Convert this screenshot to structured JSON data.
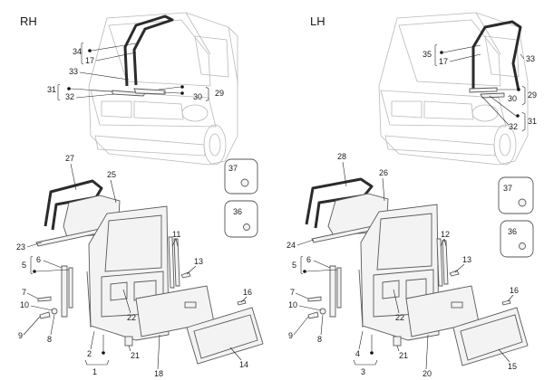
{
  "sides": {
    "right": "RH",
    "left": "LH"
  },
  "callouts_rh": {
    "c34": "34",
    "c17": "17",
    "c33": "33",
    "c31": "31",
    "c32": "32",
    "c30": "30",
    "c29": "29",
    "c27": "27",
    "c25": "25",
    "c23": "23",
    "c5": "5",
    "c6": "6",
    "c7": "7",
    "c10": "10",
    "c9": "9",
    "c8": "8",
    "c22": "22",
    "c11": "11",
    "c13": "13",
    "c16": "16",
    "c14": "14",
    "c18": "18",
    "c21": "21",
    "c2": "2",
    "c1": "1",
    "c37": "37",
    "c36": "36"
  },
  "callouts_lh": {
    "c35": "35",
    "c17": "17",
    "c33": "33",
    "c30": "30",
    "c29": "29",
    "c31": "31",
    "c32": "32",
    "c28": "28",
    "c26": "26",
    "c24": "24",
    "c5": "5",
    "c6": "6",
    "c7": "7",
    "c10": "10",
    "c9": "9",
    "c8": "8",
    "c22": "22",
    "c12": "12",
    "c13": "13",
    "c16": "16",
    "c15": "15",
    "c20": "20",
    "c21": "21",
    "c4": "4",
    "c3": "3",
    "c37": "37",
    "c36": "36"
  }
}
